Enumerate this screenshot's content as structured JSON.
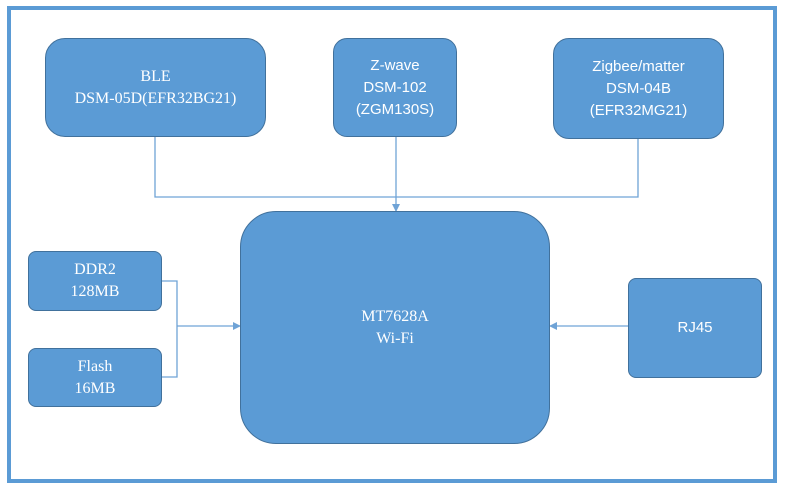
{
  "colors": {
    "block_fill": "#5b9bd5",
    "block_border": "#41719c",
    "frame": "#5b9bd5",
    "connector": "#6fa3d6",
    "text": "#ffffff"
  },
  "modules": {
    "ble": {
      "lines": [
        "BLE",
        "DSM-05D(EFR32BG21)"
      ]
    },
    "zwave": {
      "lines": [
        "Z-wave",
        "DSM-102",
        "(ZGM130S)"
      ]
    },
    "zigbee": {
      "lines": [
        "Zigbee/matter",
        "DSM-04B",
        "(EFR32MG21)"
      ]
    }
  },
  "main_chip": {
    "lines": [
      "MT7628A",
      "Wi-Fi"
    ]
  },
  "memory": {
    "ddr2": {
      "lines": [
        "DDR2",
        "128MB"
      ]
    },
    "flash": {
      "lines": [
        "Flash",
        "16MB"
      ]
    }
  },
  "rj45": {
    "lines": [
      "RJ45"
    ]
  }
}
